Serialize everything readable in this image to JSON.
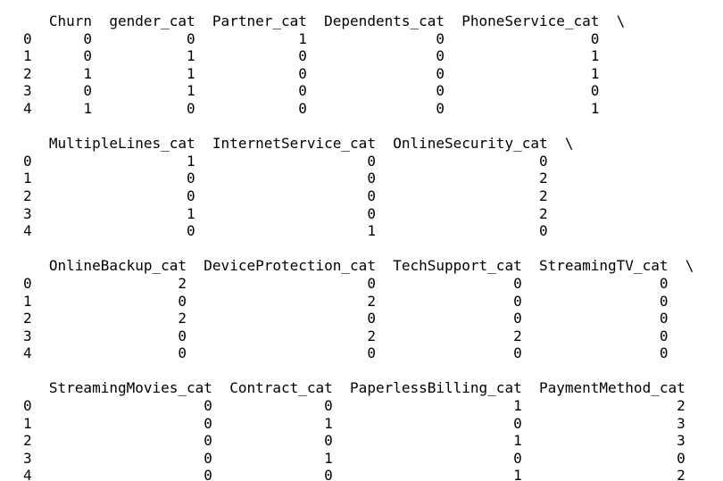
{
  "page": {
    "background_color": "#ffffff",
    "text_color": "#000000"
  },
  "dataframe_output": {
    "index": [
      "0",
      "1",
      "2",
      "3",
      "4"
    ],
    "continuation_marker": "\\",
    "column_separator_spaces": 2,
    "blocks": [
      {
        "columns": [
          "Churn",
          "gender_cat",
          "Partner_cat",
          "Dependents_cat",
          "PhoneService_cat"
        ],
        "continuation": true,
        "rows": [
          [
            0,
            0,
            1,
            0,
            0
          ],
          [
            0,
            1,
            0,
            0,
            1
          ],
          [
            1,
            1,
            0,
            0,
            1
          ],
          [
            0,
            1,
            0,
            0,
            0
          ],
          [
            1,
            0,
            0,
            0,
            1
          ]
        ]
      },
      {
        "columns": [
          "MultipleLines_cat",
          "InternetService_cat",
          "OnlineSecurity_cat"
        ],
        "continuation": true,
        "rows": [
          [
            1,
            0,
            0
          ],
          [
            0,
            0,
            2
          ],
          [
            0,
            0,
            2
          ],
          [
            1,
            0,
            2
          ],
          [
            0,
            1,
            0
          ]
        ]
      },
      {
        "columns": [
          "OnlineBackup_cat",
          "DeviceProtection_cat",
          "TechSupport_cat",
          "StreamingTV_cat"
        ],
        "continuation": true,
        "rows": [
          [
            2,
            0,
            0,
            0
          ],
          [
            0,
            2,
            0,
            0
          ],
          [
            2,
            0,
            0,
            0
          ],
          [
            0,
            2,
            2,
            0
          ],
          [
            0,
            0,
            0,
            0
          ]
        ]
      },
      {
        "columns": [
          "StreamingMovies_cat",
          "Contract_cat",
          "PaperlessBilling_cat",
          "PaymentMethod_cat"
        ],
        "continuation": false,
        "rows": [
          [
            0,
            0,
            1,
            2
          ],
          [
            0,
            1,
            0,
            3
          ],
          [
            0,
            0,
            1,
            3
          ],
          [
            0,
            1,
            0,
            0
          ],
          [
            0,
            0,
            1,
            2
          ]
        ]
      }
    ]
  }
}
